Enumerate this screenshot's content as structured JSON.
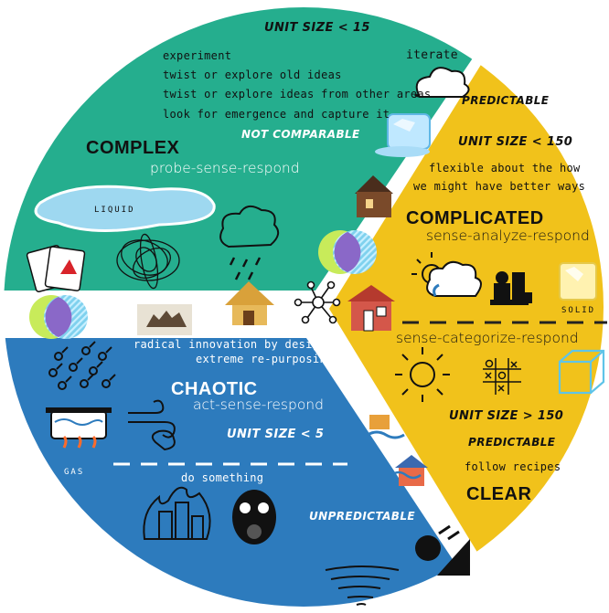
{
  "complex": {
    "unit_size": "UNIT SIZE < 15",
    "iterate": "iterate",
    "items": [
      "experiment",
      "twist or explore old ideas",
      "twist or explore ideas from other areas",
      "look for emergence and capture it"
    ],
    "not_comparable": "NOT COMPARABLE",
    "title": "COMPLEX",
    "method": "probe-sense-respond",
    "state": "LIQUID"
  },
  "complicated": {
    "predictable": "PREDICTABLE",
    "unit_size": "UNIT SIZE < 150",
    "items": [
      "flexible about the how",
      "we might have better ways"
    ],
    "title": "COMPLICATED",
    "method": "sense-analyze-respond",
    "state": "SOLID"
  },
  "clear": {
    "method": "sense-categorize-respond",
    "unit_size": "UNIT SIZE > 150",
    "predictable": "PREDICTABLE",
    "item": "follow recipes",
    "title": "CLEAR"
  },
  "chaotic": {
    "items": [
      "radical innovation by design",
      "extreme re-purposing"
    ],
    "title": "CHAOTIC",
    "method": "act-sense-respond",
    "unit_size": "UNIT SIZE < 5",
    "action": "do something",
    "unpredictable": "UNPREDICTABLE",
    "state": "GAS"
  },
  "colors": {
    "complex": "#25ae8e",
    "complicated": "#f1c21b",
    "chaotic": "#2d7bbd",
    "disorder_a": "#c8eb5a",
    "disorder_b": "#8a68c8",
    "disorder_c": "#7fd1ee"
  }
}
